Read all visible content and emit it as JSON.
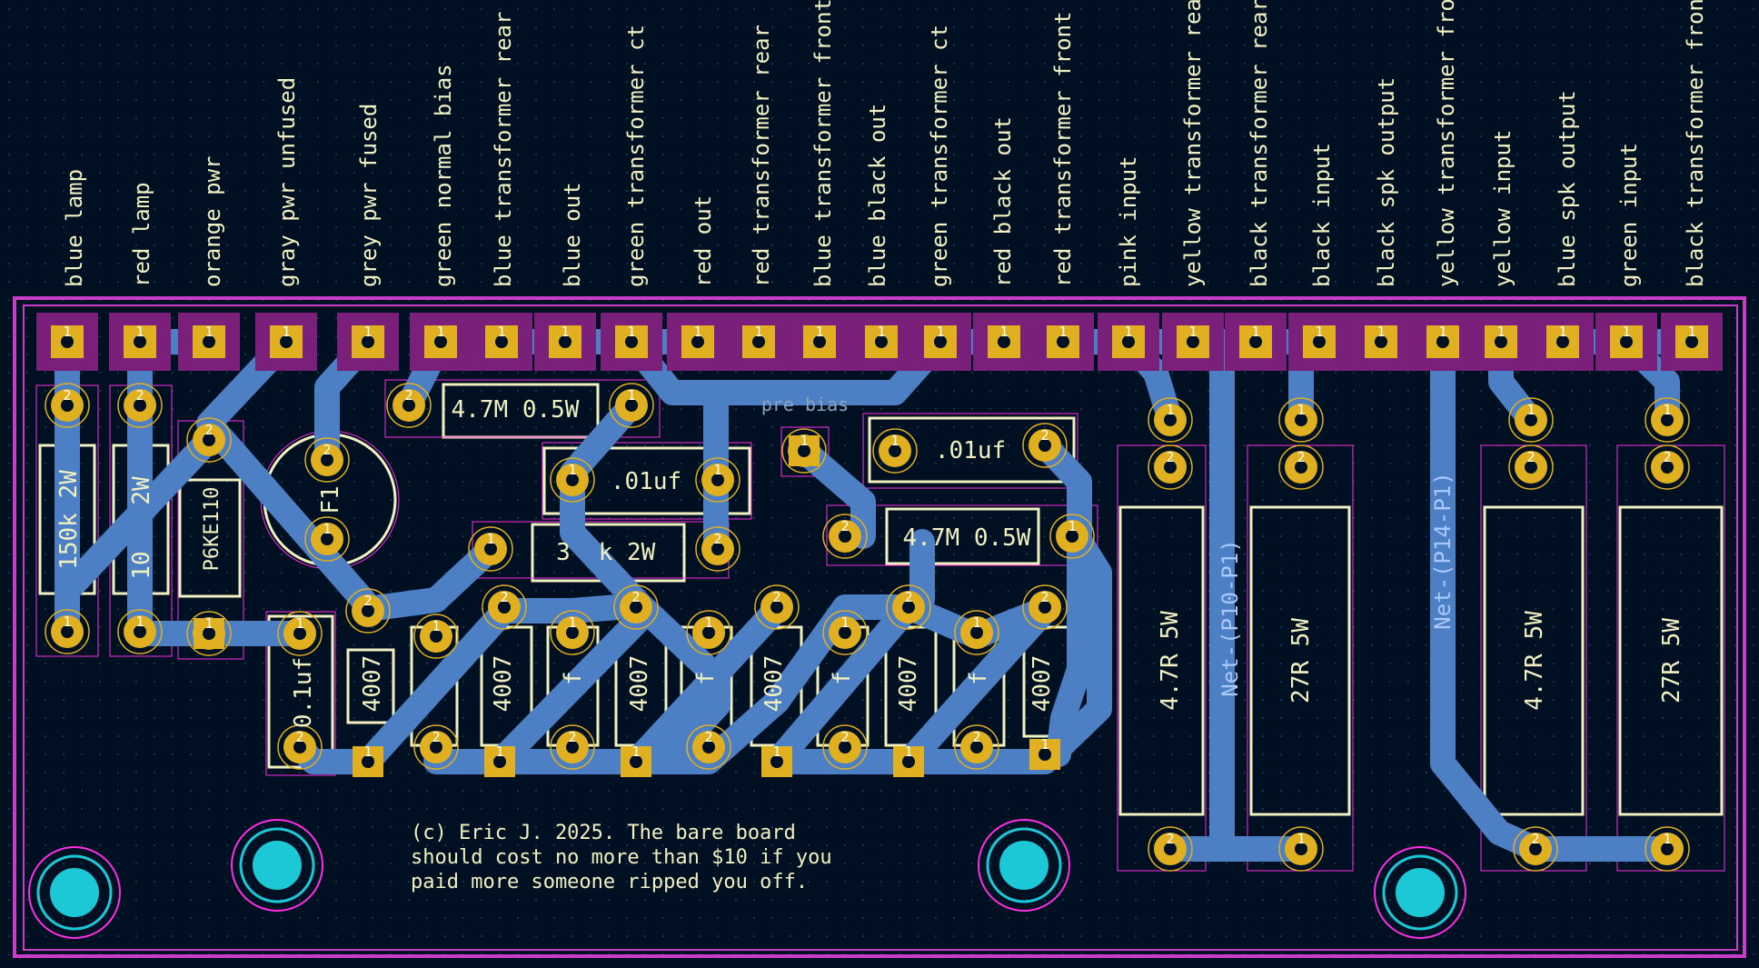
{
  "colors": {
    "background": "#001023",
    "edge_cuts": "#c83cc8",
    "copper_track": "#4d7fc4",
    "pad_copper": "#e0b020",
    "silkscreen": "#f0f0c0",
    "fab_text": "#8aa4c2",
    "courtyard": "#ff2ee3",
    "mounting_hole": "#1cc7d6",
    "pad_label": "#00ff80",
    "net_label": "#aac8ff",
    "grid": "#1d3a5e"
  },
  "connector_labels": [
    "blue lamp",
    "red lamp",
    "orange pwr",
    "gray pwr unfused",
    "grey pwr fused",
    "green normal bias",
    "blue transformer rear",
    "blue out",
    "green transformer ct",
    "red out",
    "red transformer rear",
    "blue transformer front",
    "blue black out",
    "green transformer ct",
    "red black out",
    "red transformer front",
    "pink input",
    "yellow transformer rear",
    "black transformer rear",
    "black input",
    "black spk output",
    "yellow transformer front",
    "yellow input",
    "blue spk output",
    "green input",
    "black transformer front"
  ],
  "pad_numbers": {
    "one": "1",
    "two": "2"
  },
  "component_values": {
    "r_150k": "150k 2W",
    "r_10k": "10",
    "r_10k_tail": "2W",
    "tvs": "P6KE110",
    "fuse": "F1",
    "r_4m7_a": "4.7M 0.5W",
    "r_4m7_b": "4.7M 0.5W",
    "c_01_a": ".01uf",
    "c_01_b": ".01uf",
    "c_01_c": "0.1uf",
    "r_k2w_a": "k 2W",
    "r_k2w_b": "3",
    "pre_bias": "pre bias",
    "diode": "4007",
    "cap_fragment": "f",
    "r_4r7_a": "4.7R 5W",
    "r_27r_a": "27R 5W",
    "r_4r7_b": "4.7R 5W",
    "r_27r_b": "27R 5W"
  },
  "net_labels": {
    "net1": "Net-(P10-P1)",
    "net2": "Net-(P14-P1)"
  },
  "copyright": [
    "(c) Eric J. 2025. The bare board",
    "should cost no more than $10 if you",
    "paid more someone ripped you off."
  ]
}
